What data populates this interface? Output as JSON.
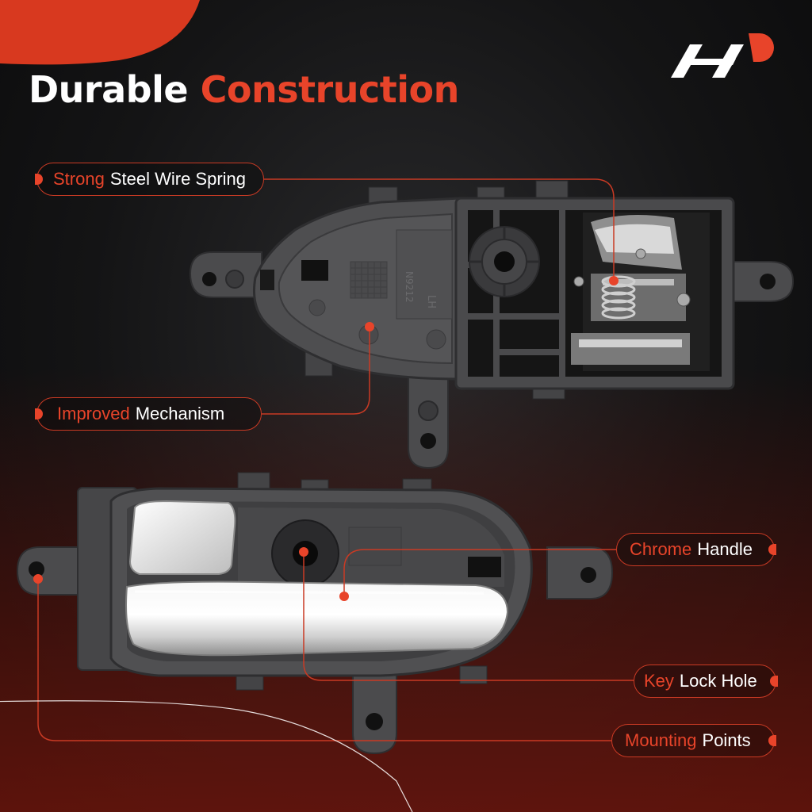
{
  "title": {
    "word1": "Durable",
    "word2": "Construction"
  },
  "callouts": {
    "spring": {
      "accent": "Strong",
      "rest": "Steel Wire Spring"
    },
    "mechanism": {
      "accent": "Improved",
      "rest": "Mechanism"
    },
    "handle": {
      "accent": "Chrome",
      "rest": "Handle"
    },
    "keyhole": {
      "accent": "Key",
      "rest": "Lock Hole"
    },
    "mounting": {
      "accent": "Mounting",
      "rest": "Points"
    }
  },
  "part_markings": {
    "side": "LH",
    "code": "N9212"
  },
  "colors": {
    "accent": "#e8442a",
    "text": "#ffffff",
    "background": "#141415",
    "part": "#4a4a4c"
  }
}
